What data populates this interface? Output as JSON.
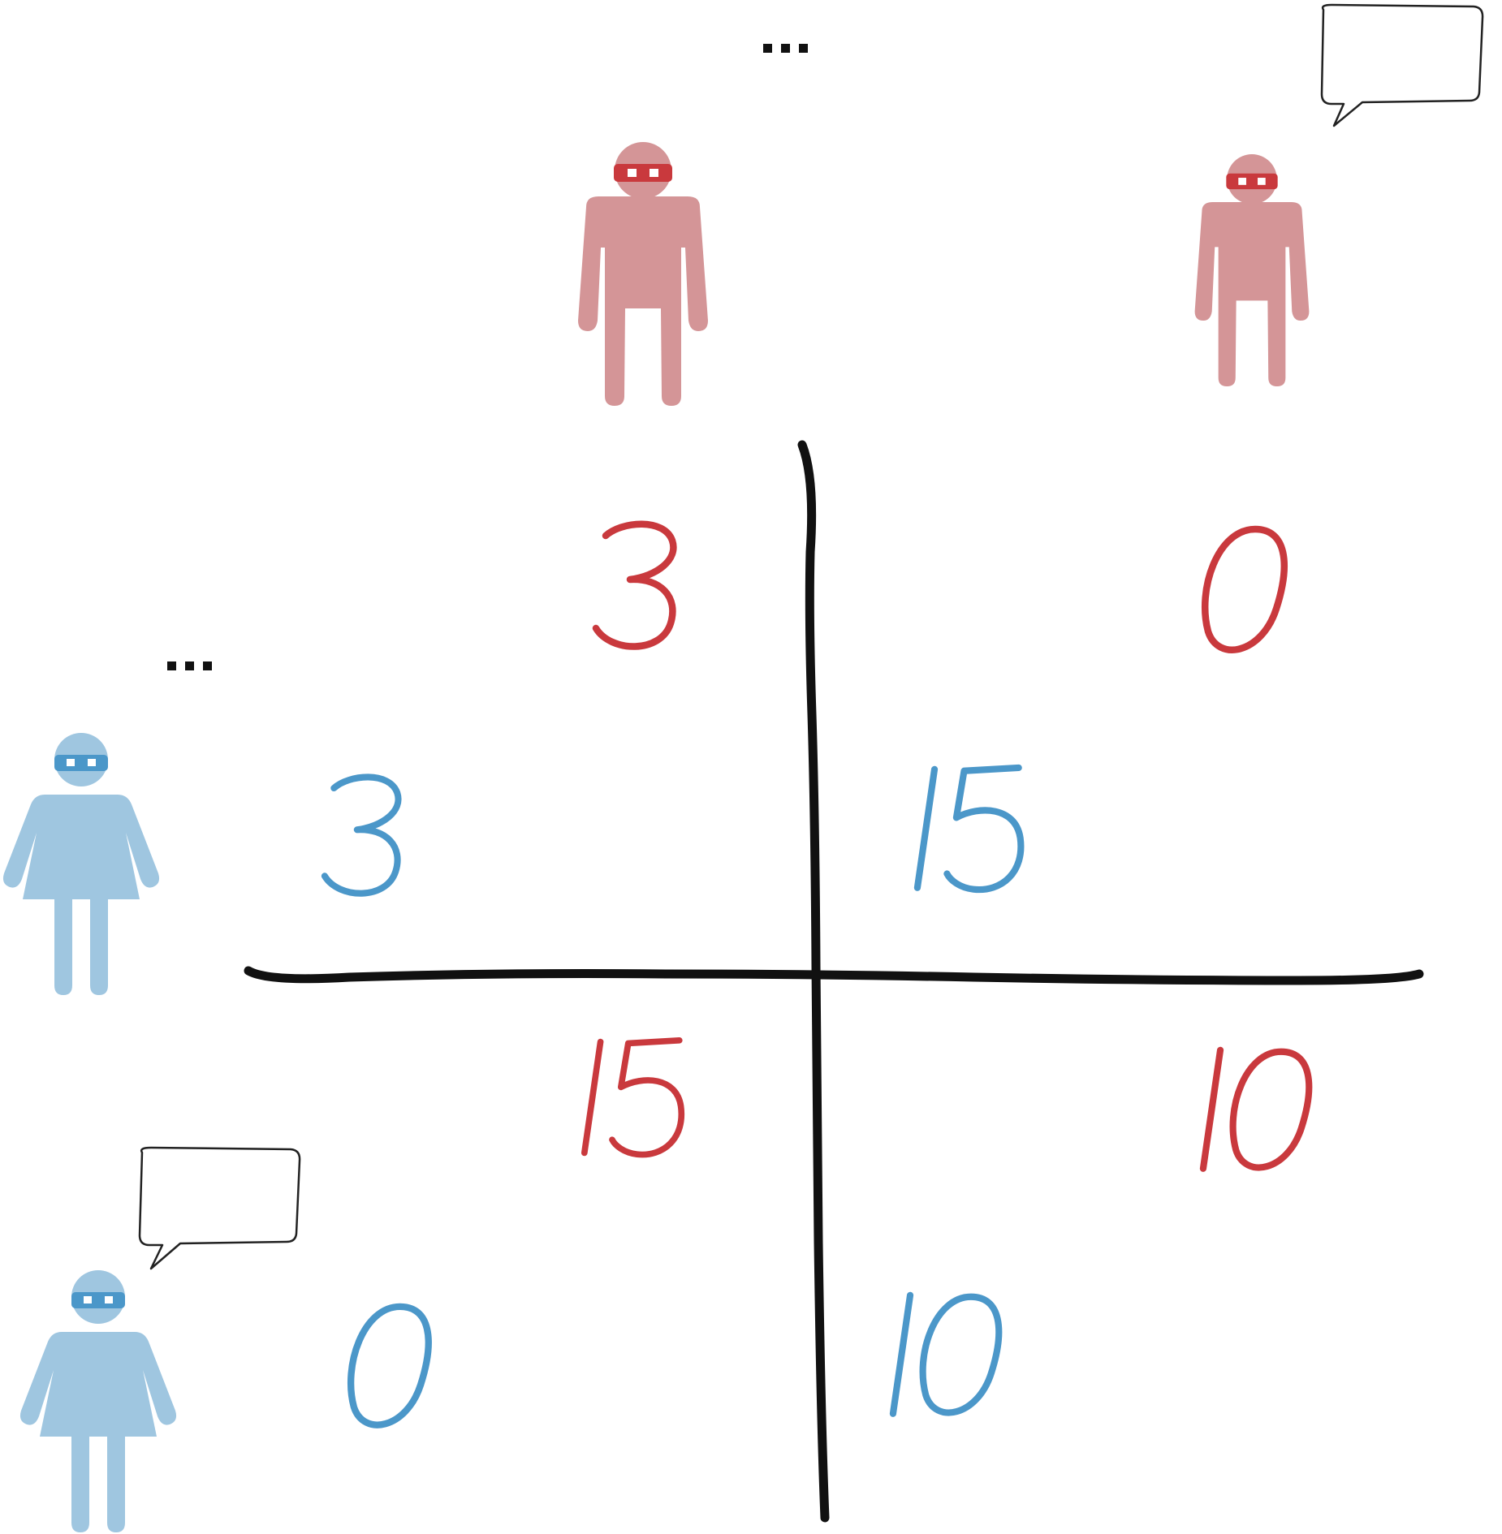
{
  "colors": {
    "red_player": "#c9393d",
    "blue_player": "#4b97c9",
    "red_figure": "#d49597",
    "blue_figure": "#9fc6e0",
    "grid": "#111111"
  },
  "icons": {
    "column_player_1": "man-masked-icon",
    "column_player_2": "man-masked-icon",
    "row_player_1": "woman-masked-icon",
    "row_player_2": "woman-masked-icon",
    "silent_indicator": "ellipsis-icon",
    "speaking_indicator": "speech-bubble-icon"
  },
  "labels": {
    "column_silent": "...",
    "row_silent": "..."
  },
  "payoff_matrix": {
    "rows": [
      "silent",
      "speaks"
    ],
    "columns": [
      "silent",
      "speaks"
    ],
    "cells": [
      [
        {
          "red": "3",
          "blue": "3"
        },
        {
          "red": "0",
          "blue": "15"
        }
      ],
      [
        {
          "red": "15",
          "blue": "0"
        },
        {
          "red": "10",
          "blue": "10"
        }
      ]
    ]
  }
}
